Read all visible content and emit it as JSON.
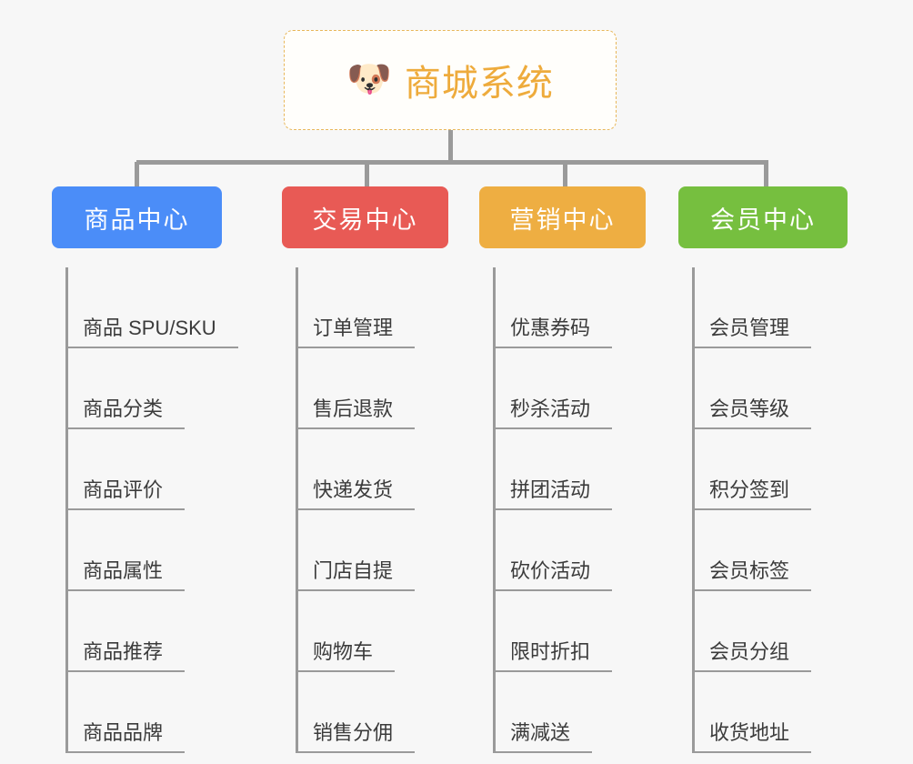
{
  "diagram": {
    "title": "商城系统",
    "type": "org-chart",
    "background_color": "#f7f7f7",
    "connector_color": "#9a9a9a"
  },
  "root": {
    "label": "商城系统",
    "icon": "dog-face-emoji",
    "icon_glyph": "🐶",
    "text_color": "#eeab3c",
    "border_color": "#e8b75a",
    "background_color": "#fffefb"
  },
  "categories": [
    {
      "label": "商品中心",
      "color": "#4b8df8",
      "items": [
        "商品 SPU/SKU",
        "商品分类",
        "商品评价",
        "商品属性",
        "商品推荐",
        "商品品牌"
      ]
    },
    {
      "label": "交易中心",
      "color": "#e85a55",
      "items": [
        "订单管理",
        "售后退款",
        "快递发货",
        "门店自提",
        "购物车",
        "销售分佣"
      ]
    },
    {
      "label": "营销中心",
      "color": "#eeae42",
      "items": [
        "优惠券码",
        "秒杀活动",
        "拼团活动",
        "砍价活动",
        "限时折扣",
        "满减送"
      ]
    },
    {
      "label": "会员中心",
      "color": "#76bf3f",
      "items": [
        "会员管理",
        "会员等级",
        "积分签到",
        "会员标签",
        "会员分组",
        "收货地址"
      ]
    }
  ]
}
